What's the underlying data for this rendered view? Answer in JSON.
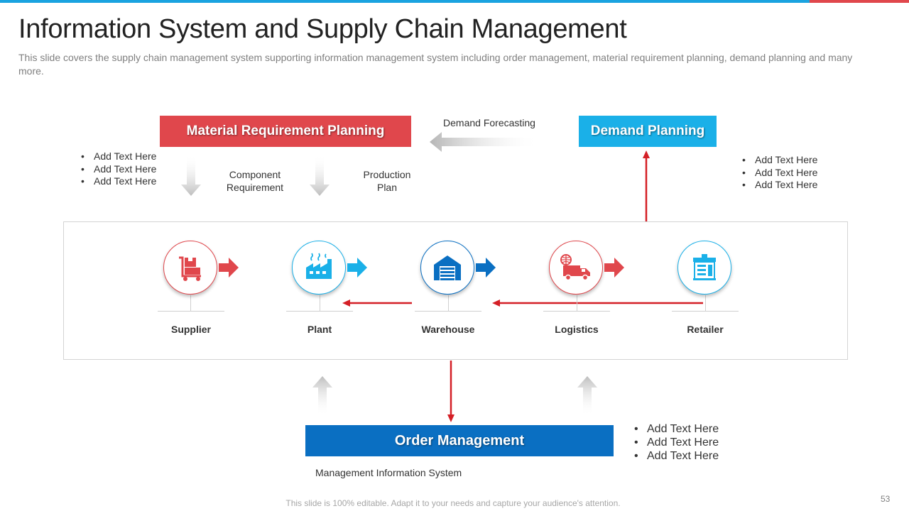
{
  "slide": {
    "title": "Information System and Supply Chain Management",
    "subtitle": "This slide covers the supply chain management system supporting information management system including order management, material requirement planning, demand planning and many more.",
    "footer": "This slide is 100% editable. Adapt it to your needs and capture your audience's attention.",
    "page_number": "53"
  },
  "boxes": {
    "mrp": "Material Requirement Planning",
    "demand": "Demand Planning",
    "order": "Order Management"
  },
  "labels": {
    "demand_forecasting": "Demand Forecasting",
    "component_requirement": [
      "Component",
      "Requirement"
    ],
    "production_plan": [
      "Production",
      "Plan"
    ],
    "mis": "Management Information System"
  },
  "bullets": {
    "left": [
      "Add Text Here",
      "Add Text Here",
      "Add Text Here"
    ],
    "right": [
      "Add Text Here",
      "Add Text Here",
      "Add Text Here"
    ],
    "bottom": [
      "Add Text Here",
      "Add Text Here",
      "Add Text Here"
    ]
  },
  "nodes": [
    {
      "label": "Supplier",
      "icon": "cart-boxes-icon",
      "color": "#e0474c"
    },
    {
      "label": "Plant",
      "icon": "factory-icon",
      "color": "#1ab0e8"
    },
    {
      "label": "Warehouse",
      "icon": "warehouse-icon",
      "color": "#0a6fc2"
    },
    {
      "label": "Logistics",
      "icon": "delivery-truck-icon",
      "color": "#e0474c"
    },
    {
      "label": "Retailer",
      "icon": "retail-store-icon",
      "color": "#1ab0e8"
    }
  ],
  "colors": {
    "red": "#e0474c",
    "sky": "#1ab0e8",
    "blue": "#0a6fc2",
    "flow_red": "#d41f26",
    "gray_arrow": "#c8c8c8"
  }
}
